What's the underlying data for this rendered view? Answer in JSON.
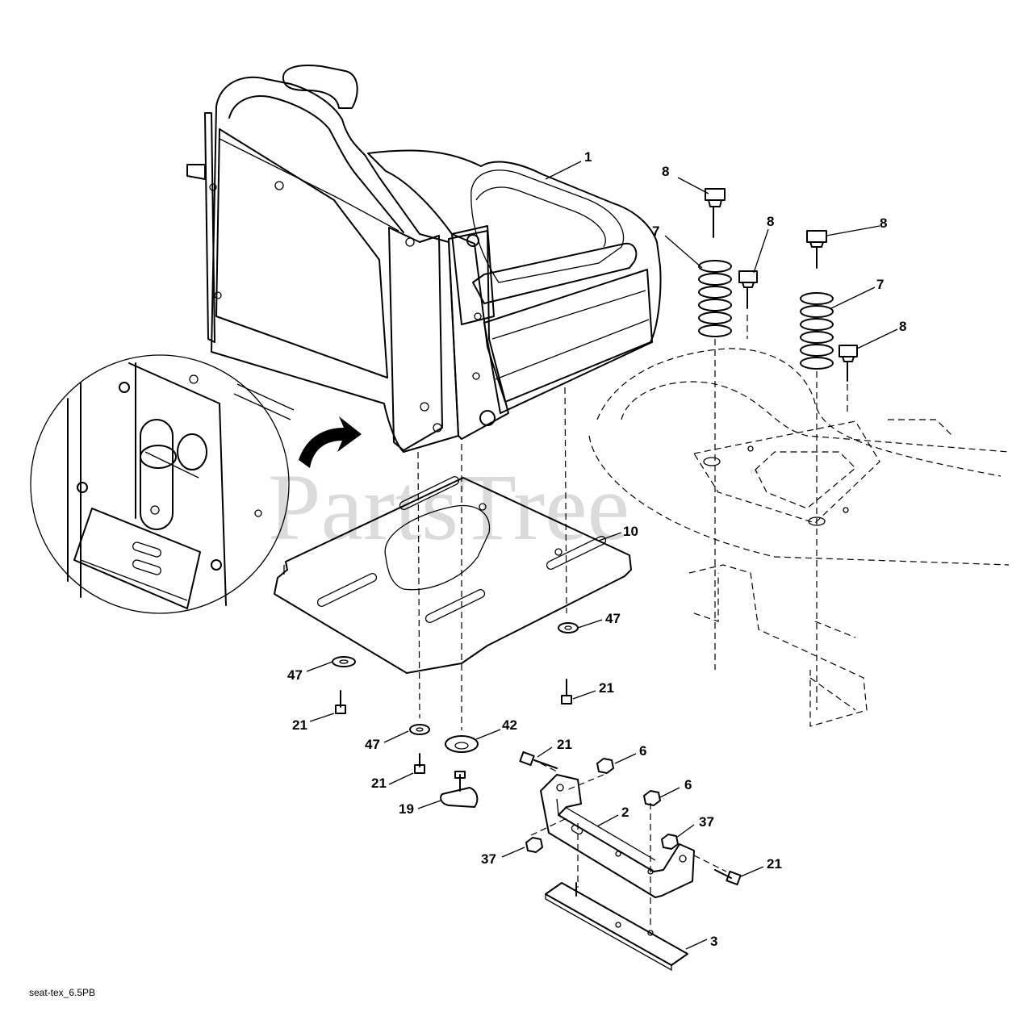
{
  "watermark": {
    "text": "PartsTree",
    "trademark": "™"
  },
  "drawing_code": "seat-tex_6.5PB",
  "callouts": {
    "seat": "1",
    "bracket": "2",
    "plate": "3",
    "nut_a": "6",
    "nut_b": "6",
    "spring_left": "7",
    "spring_right": "7",
    "bolt_a": "8",
    "bolt_b": "8",
    "bolt_c": "8",
    "bolt_d": "8",
    "seat_pan": "10",
    "knob": "19",
    "screw_a": "21",
    "screw_b": "21",
    "screw_c": "21",
    "screw_d": "21",
    "screw_e": "21",
    "nut_c": "37",
    "nut_d": "37",
    "washer_large": "42",
    "washer_a": "47",
    "washer_b": "47",
    "washer_c": "47"
  }
}
